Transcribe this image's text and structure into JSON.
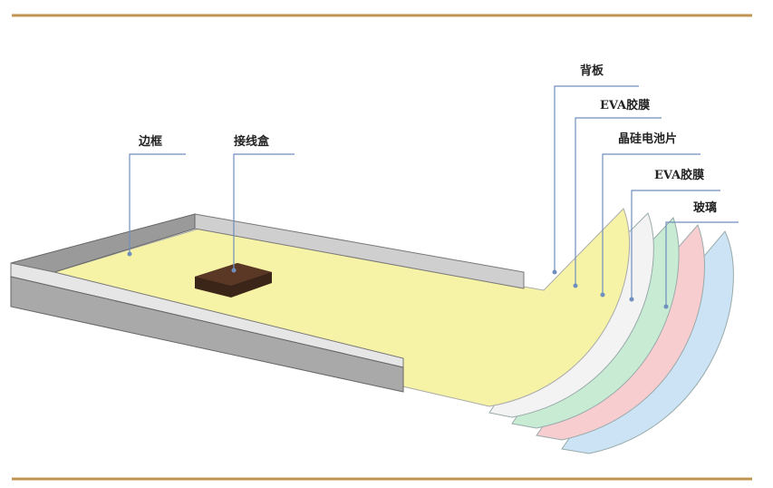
{
  "labels": {
    "frame": "边框",
    "junction_box": "接线盒",
    "backsheet": "背板",
    "eva_top": "EVA胶膜",
    "cells": "晶硅电池片",
    "eva_bottom": "EVA胶膜",
    "glass": "玻璃"
  },
  "colors": {
    "rule": "#c09552",
    "leader": "#6f8fbf",
    "backsheet": "#f6f2a6",
    "eva": "#f3f3f3",
    "cells": "#c8ebd3",
    "eva2": "#f7cdd0",
    "glass": "#cbe3f5",
    "junction_box": "#3b2418",
    "frame": "#b8b8b8"
  }
}
